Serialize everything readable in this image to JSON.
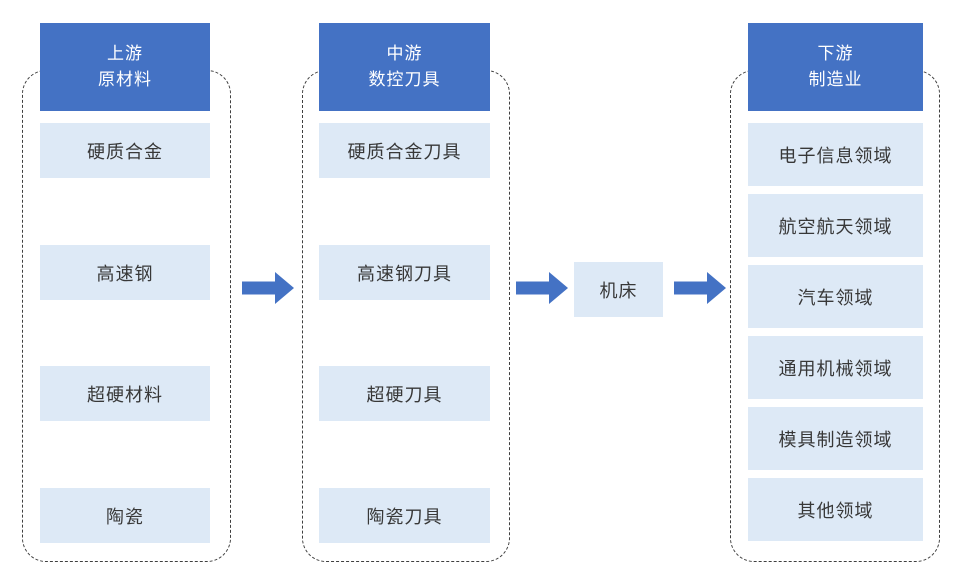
{
  "diagram": {
    "columns": [
      {
        "header": {
          "line1": "上游",
          "line2": "原材料"
        },
        "items": [
          "硬质合金",
          "高速钢",
          "超硬材料",
          "陶瓷"
        ]
      },
      {
        "header": {
          "line1": "中游",
          "line2": "数控刀具"
        },
        "items": [
          "硬质合金刀具",
          "高速钢刀具",
          "超硬刀具",
          "陶瓷刀具"
        ]
      },
      {
        "header": {
          "line1": "下游",
          "line2": "制造业"
        },
        "items": [
          "电子信息领域",
          "航空航天领域",
          "汽车领域",
          "通用机械领域",
          "模具制造领域",
          "其他领域"
        ]
      }
    ],
    "middle_node": "机床"
  },
  "icons": {
    "flow_arrows": [
      "arrow-right-icon",
      "arrow-right-icon",
      "arrow-right-icon"
    ]
  },
  "colors": {
    "header_bg": "#4472C4",
    "header_text": "#FFFFFF",
    "item_bg": "#DDE9F6",
    "item_text": "#383838",
    "arrow": "#4472C4",
    "frame_border": "#3F3F3F",
    "background": "#FFFFFF"
  }
}
